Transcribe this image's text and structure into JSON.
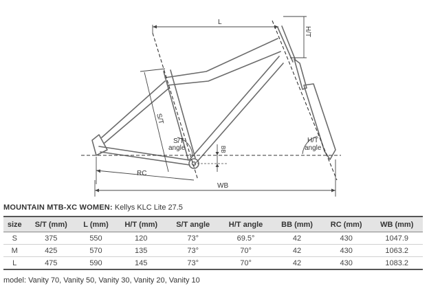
{
  "diagram": {
    "labels": {
      "l": "L",
      "ht": "H/T",
      "st": "S/T",
      "st_angle_1": "S/T",
      "st_angle_2": "angle",
      "ht_angle_1": "H/T",
      "ht_angle_2": "angle",
      "bb": "BB",
      "rc": "RC",
      "wb": "WB"
    }
  },
  "heading": {
    "title": "MOUNTAIN MTB-XC WOMEN:",
    "model": " Kellys KLC Lite 27.5"
  },
  "table": {
    "headers": [
      "size",
      "S/T (mm)",
      "L (mm)",
      "H/T (mm)",
      "S/T angle",
      "H/T angle",
      "BB (mm)",
      "RC (mm)",
      "WB (mm)"
    ],
    "rows": [
      [
        "S",
        "375",
        "550",
        "120",
        "73°",
        "69.5°",
        "42",
        "430",
        "1047.9"
      ],
      [
        "M",
        "425",
        "570",
        "135",
        "73°",
        "70°",
        "42",
        "430",
        "1063.2"
      ],
      [
        "L",
        "475",
        "590",
        "145",
        "73°",
        "70°",
        "42",
        "430",
        "1083.2"
      ]
    ]
  },
  "footer": {
    "models": "model: Vanity 70, Vanity 50, Vanity 30, Vanity 20, Vanity 10"
  }
}
